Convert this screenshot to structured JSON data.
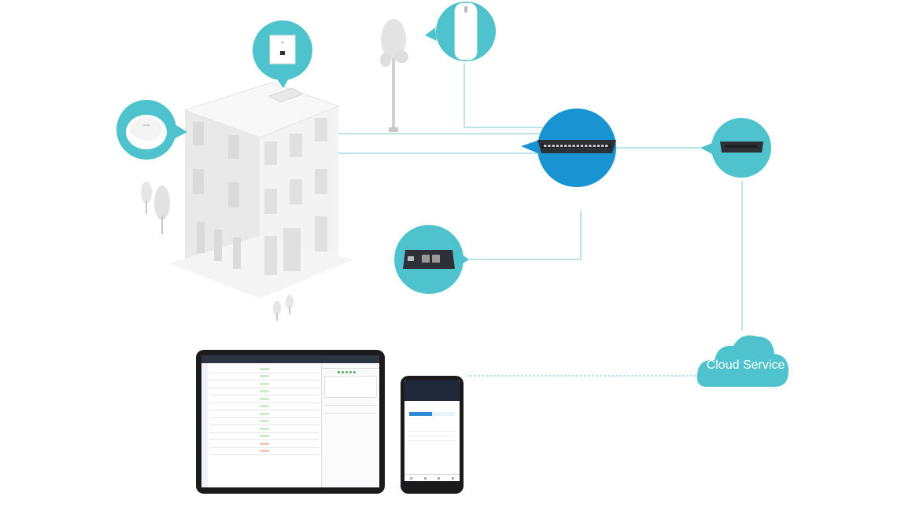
{
  "cloud": {
    "label": "Cloud Service"
  },
  "colors": {
    "bubble": "#4ec3ce",
    "bubble_dark": "#1a93d2",
    "link_line": "#8fd4dc",
    "building": "#f1f1f1",
    "device_dark": "#2c2f35",
    "device_white": "#ffffff"
  },
  "icons": [
    "ceiling-access-point-icon",
    "wall-plate-access-point-icon",
    "outdoor-access-point-icon",
    "poe-switch-icon",
    "router-icon",
    "controller-icon",
    "cloud-icon",
    "tablet-controller-app-icon",
    "phone-controller-app-icon"
  ],
  "screens": {
    "tablet_app": "Omada controller web dashboard",
    "phone_app": "Omada mobile app"
  }
}
